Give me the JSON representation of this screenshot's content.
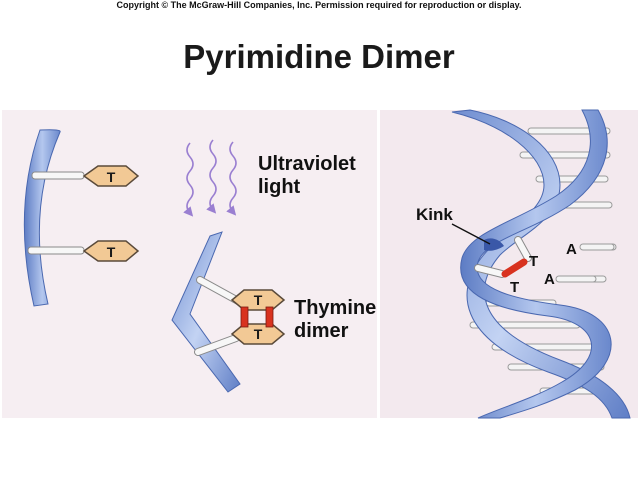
{
  "copyright": "Copyright © The McGraw-Hill Companies, Inc. Permission required for reproduction or display.",
  "title": "Pyrimidine Dimer",
  "labels": {
    "uv_line1": "Ultraviolet",
    "uv_line2": "light",
    "dimer_line1": "Thymine",
    "dimer_line2": "dimer",
    "kink": "Kink"
  },
  "bases": {
    "thymine": "T",
    "adenine": "A"
  },
  "colors": {
    "backbone": "#7f9bd6",
    "base_fill": "#f2c995",
    "dimer_bond": "#d8321f",
    "uv_arrows": "#9a7fd1"
  }
}
